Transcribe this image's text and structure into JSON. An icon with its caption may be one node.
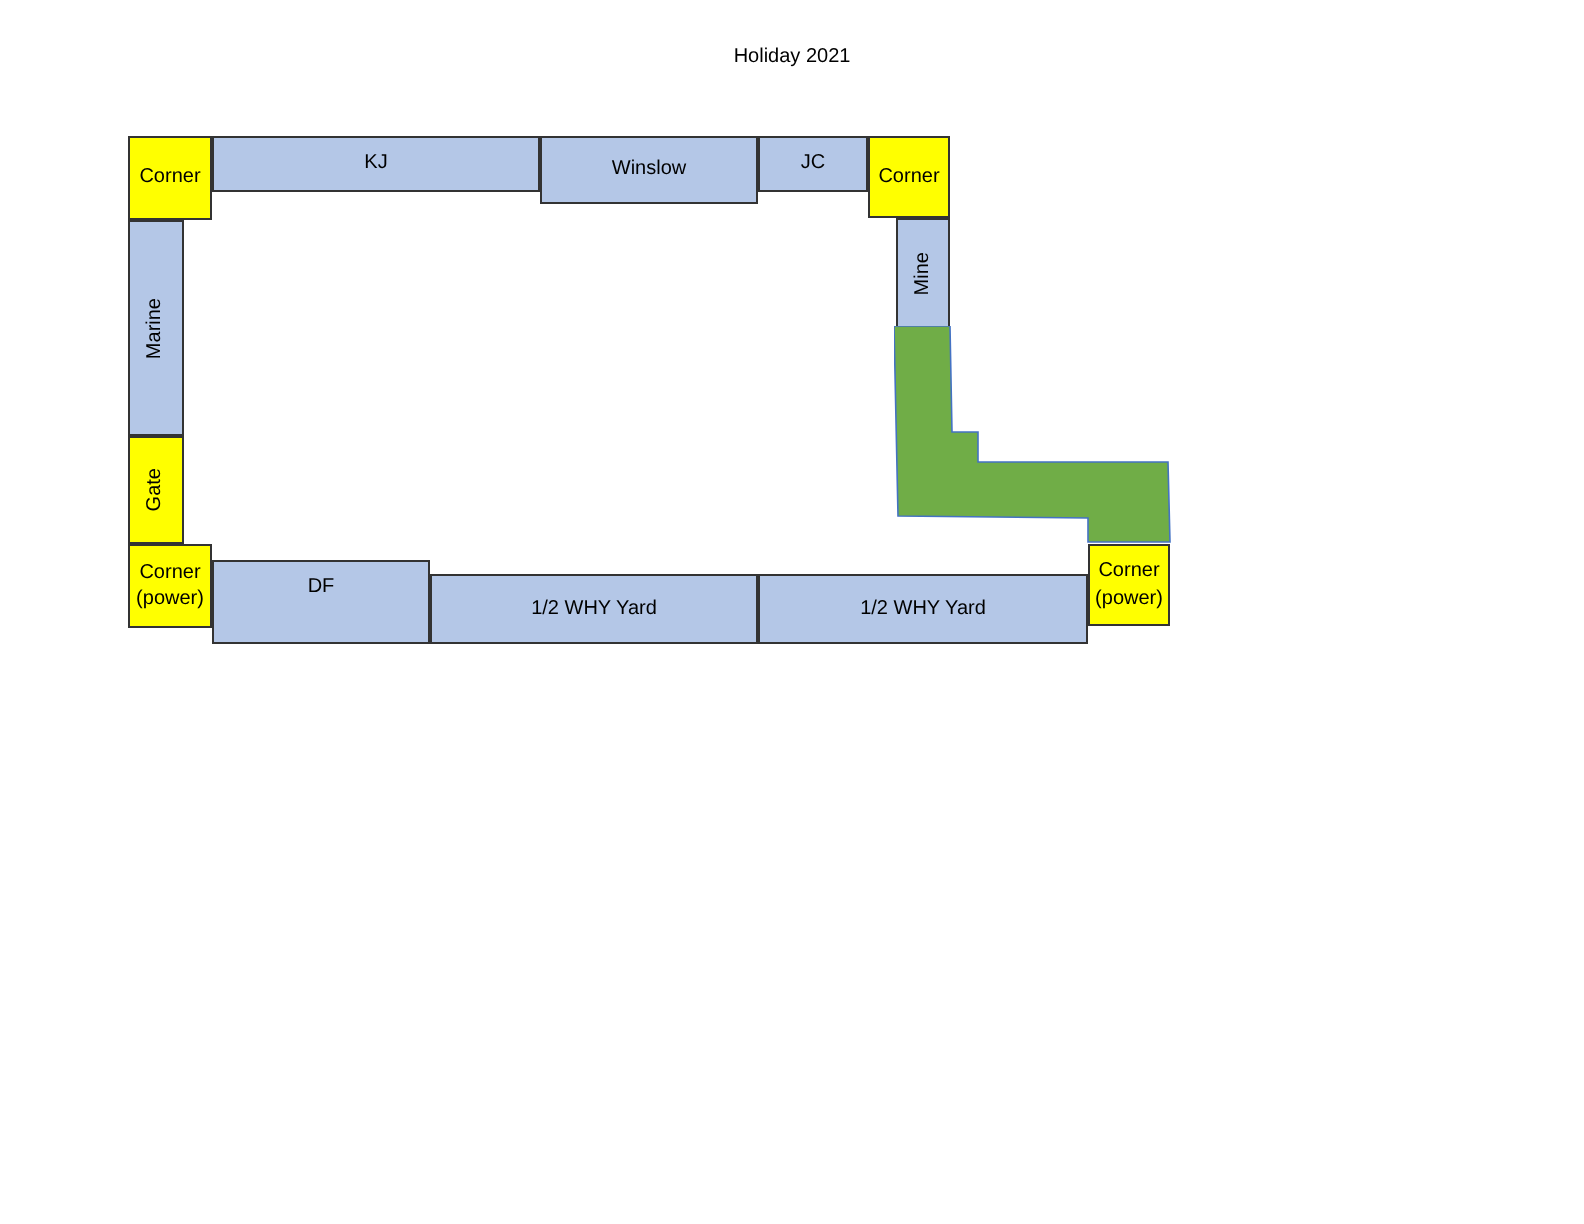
{
  "diagram": {
    "title": "Holiday 2021",
    "nodes": [
      {
        "text": [
          "Corner"
        ]
      },
      {
        "text": [
          "KJ"
        ]
      },
      {
        "text": [
          "Winslow"
        ]
      },
      {
        "text": [
          "JC"
        ]
      },
      {
        "text": [
          "Corner"
        ]
      },
      {
        "text": [
          "Mine"
        ]
      },
      {
        "text": [],
        "shape": "polygon"
      },
      {
        "text": [
          "Marine"
        ]
      },
      {
        "text": [
          "Gate"
        ]
      },
      {
        "text": [
          "Corner (power)"
        ]
      },
      {
        "text": [
          "DF"
        ]
      },
      {
        "text": [
          "1/2 WHY Yard"
        ]
      },
      {
        "text": [
          "1/2 WHY Yard"
        ]
      },
      {
        "text": [
          "Corner (power)"
        ]
      }
    ],
    "edges": []
  }
}
